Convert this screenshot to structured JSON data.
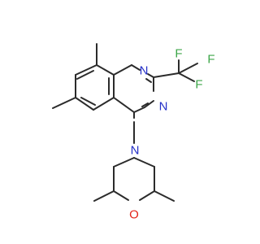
{
  "colors": {
    "background": "#ffffff",
    "bond": "#2b2b2b",
    "nitrogen": "#2430c8",
    "oxygen": "#e3251a",
    "fluorine": "#3ca648",
    "carbon": "#2b2b2b"
  },
  "atoms": {
    "n_top": {
      "label": "N",
      "element": "nitrogen"
    },
    "n_right": {
      "label": "N",
      "element": "nitrogen"
    },
    "n_morpholine": {
      "label": "N",
      "element": "nitrogen"
    },
    "o_morpholine": {
      "label": "O",
      "element": "oxygen"
    },
    "f_top_left": {
      "label": "F",
      "element": "fluorine"
    },
    "f_top_right": {
      "label": "F",
      "element": "fluorine"
    },
    "f_right": {
      "label": "F",
      "element": "fluorine"
    }
  }
}
